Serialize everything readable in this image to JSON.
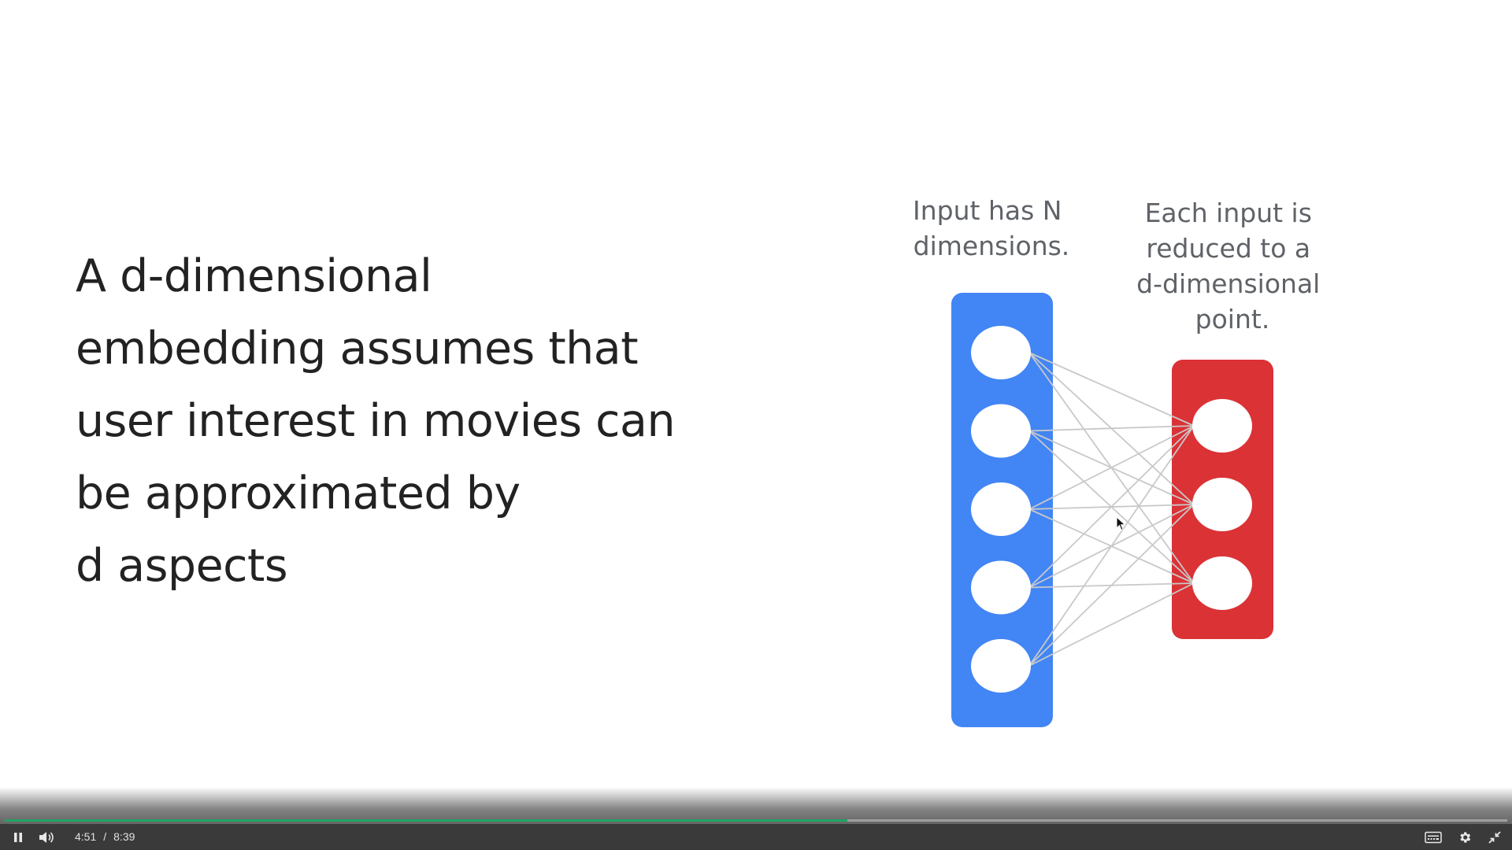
{
  "slide": {
    "lines": [
      "A d-dimensional",
      "embedding assumes that",
      "user interest in movies can",
      "be approximated by",
      "d aspects"
    ]
  },
  "diagram": {
    "input_caption": [
      "Input has N",
      "dimensions."
    ],
    "output_caption": [
      "Each input is",
      "reduced to a",
      "d-dimensional",
      "point."
    ],
    "input_nodes": 5,
    "output_nodes": 3,
    "colors": {
      "input_layer": "#4285f4",
      "output_layer": "#db3236",
      "edges": "#c9c9c9",
      "node": "#ffffff"
    }
  },
  "player": {
    "current_time": "4:51",
    "separator": "/",
    "duration": "8:39",
    "progress": 0.561,
    "accent": "#1ea362",
    "icons": [
      "pause-icon",
      "volume-icon",
      "captions-icon",
      "gear-icon",
      "exit-fullscreen-icon"
    ]
  }
}
